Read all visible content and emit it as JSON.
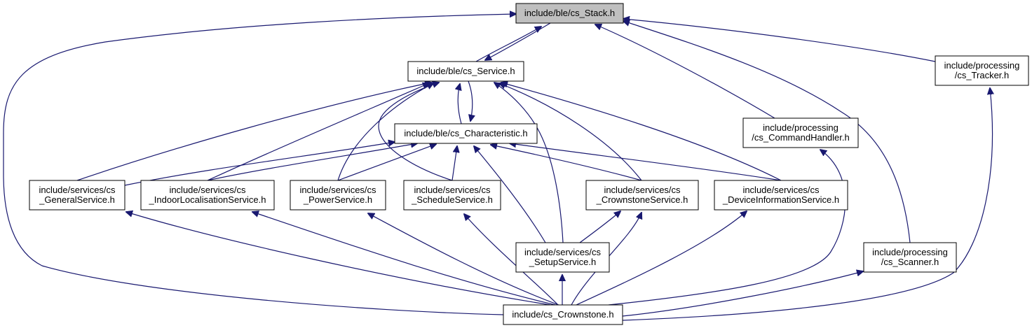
{
  "diagram": {
    "nodes": [
      {
        "id": "stack",
        "lines": [
          "include/ble/cs_Stack.h"
        ],
        "root": true
      },
      {
        "id": "service",
        "lines": [
          "include/ble/cs_Service.h"
        ]
      },
      {
        "id": "tracker",
        "lines": [
          "include/processing",
          "/cs_Tracker.h"
        ]
      },
      {
        "id": "characteristic",
        "lines": [
          "include/ble/cs_Characteristic.h"
        ]
      },
      {
        "id": "cmdhandler",
        "lines": [
          "include/processing",
          "/cs_CommandHandler.h"
        ]
      },
      {
        "id": "general",
        "lines": [
          "include/services/cs",
          "_GeneralService.h"
        ]
      },
      {
        "id": "indoor",
        "lines": [
          "include/services/cs",
          "_IndoorLocalisationService.h"
        ]
      },
      {
        "id": "power",
        "lines": [
          "include/services/cs",
          "_PowerService.h"
        ]
      },
      {
        "id": "schedule",
        "lines": [
          "include/services/cs",
          "_ScheduleService.h"
        ]
      },
      {
        "id": "crownstone_svc",
        "lines": [
          "include/services/cs",
          "_CrownstoneService.h"
        ]
      },
      {
        "id": "deviceinfo",
        "lines": [
          "include/services/cs",
          "_DeviceInformationService.h"
        ]
      },
      {
        "id": "setup",
        "lines": [
          "include/services/cs",
          "_SetupService.h"
        ]
      },
      {
        "id": "scanner",
        "lines": [
          "include/processing",
          "/cs_Scanner.h"
        ]
      },
      {
        "id": "crownstone",
        "lines": [
          "include/cs_Crownstone.h"
        ]
      }
    ],
    "edges": [
      {
        "from": "service",
        "to": "stack"
      },
      {
        "from": "stack",
        "to": "service"
      },
      {
        "from": "crownstone",
        "to": "stack"
      },
      {
        "from": "cmdhandler",
        "to": "stack"
      },
      {
        "from": "tracker",
        "to": "stack"
      },
      {
        "from": "scanner",
        "to": "stack"
      },
      {
        "from": "characteristic",
        "to": "service"
      },
      {
        "from": "service",
        "to": "characteristic"
      },
      {
        "from": "general",
        "to": "service"
      },
      {
        "from": "indoor",
        "to": "service"
      },
      {
        "from": "power",
        "to": "service"
      },
      {
        "from": "schedule",
        "to": "service"
      },
      {
        "from": "setup",
        "to": "service"
      },
      {
        "from": "crownstone_svc",
        "to": "service"
      },
      {
        "from": "deviceinfo",
        "to": "service"
      },
      {
        "from": "general",
        "to": "characteristic"
      },
      {
        "from": "indoor",
        "to": "characteristic"
      },
      {
        "from": "power",
        "to": "characteristic"
      },
      {
        "from": "schedule",
        "to": "characteristic"
      },
      {
        "from": "setup",
        "to": "characteristic"
      },
      {
        "from": "crownstone_svc",
        "to": "characteristic"
      },
      {
        "from": "deviceinfo",
        "to": "characteristic"
      },
      {
        "from": "crownstone",
        "to": "general"
      },
      {
        "from": "crownstone",
        "to": "indoor"
      },
      {
        "from": "crownstone",
        "to": "power"
      },
      {
        "from": "crownstone",
        "to": "schedule"
      },
      {
        "from": "setup",
        "to": "crownstone_svc"
      },
      {
        "from": "crownstone",
        "to": "crownstone_svc"
      },
      {
        "from": "crownstone",
        "to": "deviceinfo"
      },
      {
        "from": "crownstone",
        "to": "setup"
      },
      {
        "from": "crownstone",
        "to": "cmdhandler"
      },
      {
        "from": "crownstone",
        "to": "scanner"
      },
      {
        "from": "crownstone",
        "to": "tracker"
      }
    ]
  }
}
